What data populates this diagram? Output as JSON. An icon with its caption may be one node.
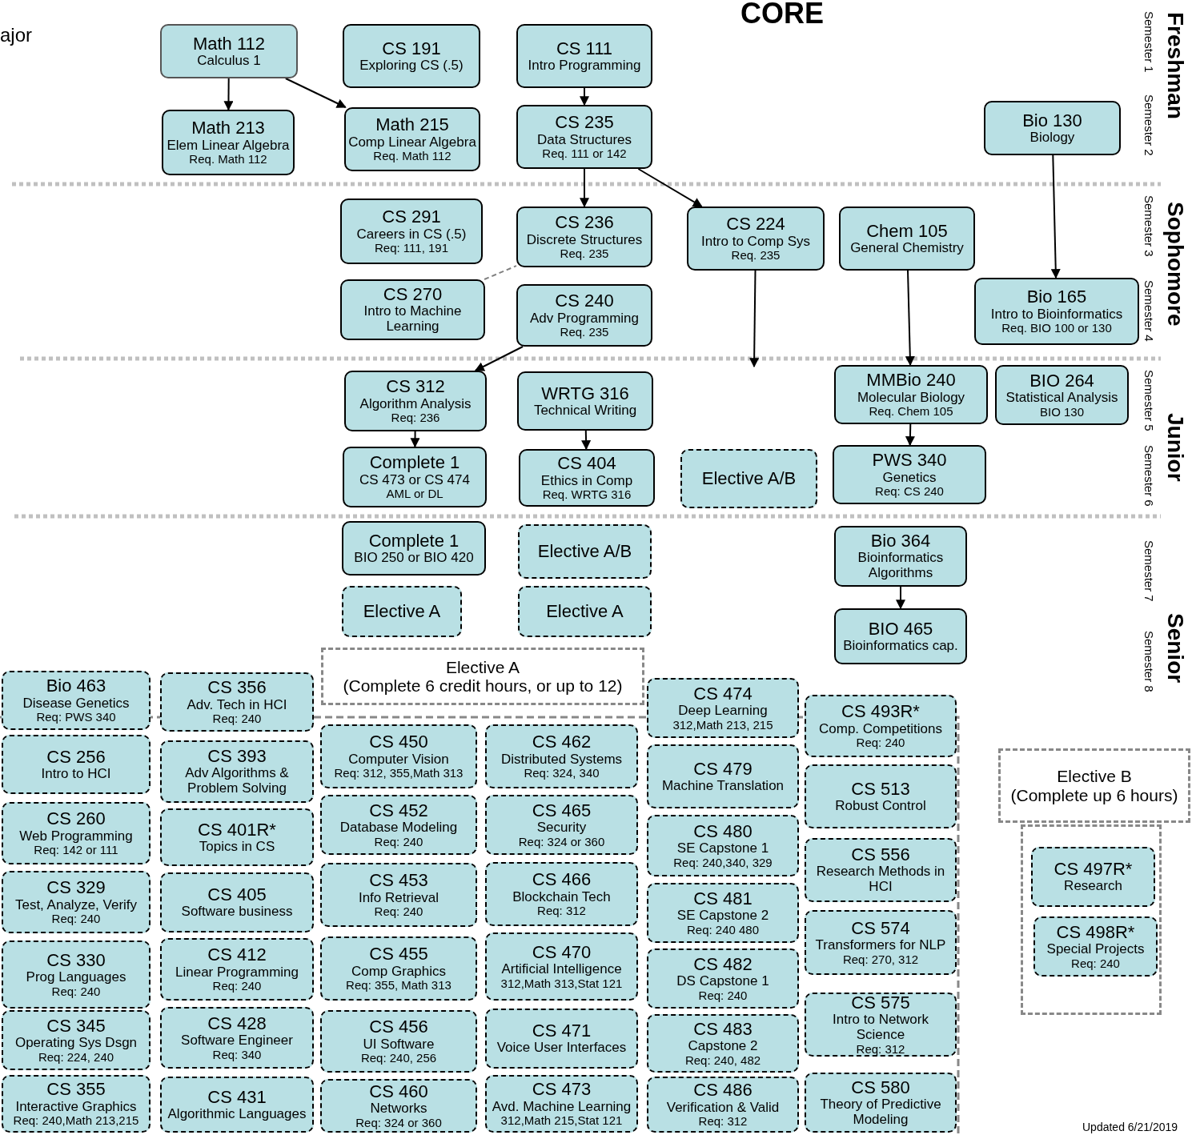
{
  "diagram": {
    "title": "CORE",
    "nodes": [
      {
        "text": [
          "Math 112",
          "Calculus 1"
        ]
      },
      {
        "text": [
          "CS 191",
          "Exploring CS (.5)"
        ]
      },
      {
        "text": [
          "CS 111",
          "Intro Programming"
        ]
      },
      {
        "text": [
          "Math 213",
          "Elem Linear Algebra",
          "Req. Math 112"
        ]
      },
      {
        "text": [
          "Math 215",
          "Comp Linear Algebra",
          "Req. Math 112"
        ]
      },
      {
        "text": [
          "CS 235",
          "Data Structures",
          "Req. 111 or 142"
        ]
      },
      {
        "text": [
          "Bio 130",
          "Biology"
        ]
      },
      {
        "text": [
          "CS 291",
          "Careers in CS (.5)",
          "Req: 111, 191"
        ]
      },
      {
        "text": [
          "CS 236",
          "Discrete Structures",
          "Req. 235"
        ]
      },
      {
        "text": [
          "CS 224",
          "Intro to Comp Sys",
          "Req. 235"
        ]
      },
      {
        "text": [
          "Chem 105",
          "General Chemistry"
        ]
      },
      {
        "text": [
          "CS 270",
          "Intro to Machine Learning"
        ]
      },
      {
        "text": [
          "CS 240",
          "Adv Programming",
          "Req. 235"
        ]
      },
      {
        "text": [
          "Bio 165",
          "Intro to Bioinformatics",
          "Req. BIO 100 or 130"
        ]
      },
      {
        "text": [
          "CS 312",
          "Algorithm Analysis",
          "Req: 236"
        ]
      },
      {
        "text": [
          "WRTG 316",
          "Technical Writing"
        ]
      },
      {
        "text": [
          "MMBio 240",
          "Molecular Biology",
          "Req. Chem 105"
        ]
      },
      {
        "text": [
          "BIO 264",
          "Statistical Analysis",
          "BIO 130"
        ]
      },
      {
        "text": [
          "Complete 1",
          "CS 473 or CS 474",
          "AML or DL"
        ]
      },
      {
        "text": [
          "CS 404",
          "Ethics in Comp",
          "Req. WRTG 316"
        ]
      },
      {
        "text": [
          "Elective A/B"
        ]
      },
      {
        "text": [
          "PWS 340",
          "Genetics",
          "Req: CS 240"
        ]
      },
      {
        "text": [
          "Complete 1",
          "BIO 250 or BIO 420"
        ]
      },
      {
        "text": [
          "Elective A/B"
        ]
      },
      {
        "text": [
          "Bio 364",
          "Bioinformatics Algorithms"
        ]
      },
      {
        "text": [
          "Elective A"
        ]
      },
      {
        "text": [
          "Elective A"
        ]
      },
      {
        "text": [
          "BIO 465",
          "Bioinformatics cap."
        ]
      },
      {
        "text": [
          "Elective A",
          "(Complete 6 credit hours, or up to 12)"
        ]
      },
      {
        "text": [
          "Bio 463",
          "Disease Genetics",
          "Req: PWS 340"
        ]
      },
      {
        "text": [
          "CS 256",
          "Intro to HCI"
        ]
      },
      {
        "text": [
          "CS 260",
          "Web Programming",
          "Req: 142 or 111"
        ]
      },
      {
        "text": [
          "CS 329",
          "Test, Analyze, Verify",
          "Req: 240"
        ]
      },
      {
        "text": [
          "CS 330",
          "Prog Languages",
          "Req: 240"
        ]
      },
      {
        "text": [
          "CS 345",
          "Operating Sys Dsgn",
          "Req: 224, 240"
        ]
      },
      {
        "text": [
          "CS 355",
          "Interactive Graphics",
          "Req: 240,Math 213,215"
        ]
      },
      {
        "text": [
          "CS 356",
          "Adv. Tech in HCI",
          "Req: 240"
        ]
      },
      {
        "text": [
          "CS 393",
          "Adv Algorithms & Problem Solving"
        ]
      },
      {
        "text": [
          "CS 401R*",
          "Topics in CS"
        ]
      },
      {
        "text": [
          "CS 405",
          "Software business"
        ]
      },
      {
        "text": [
          "CS 412",
          "Linear Programming",
          "Req: 240"
        ]
      },
      {
        "text": [
          "CS 428",
          "Software Engineer",
          "Req: 340"
        ]
      },
      {
        "text": [
          "CS 431",
          "Algorithmic Languages"
        ]
      },
      {
        "text": [
          "CS 450",
          "Computer Vision",
          "Req: 312, 355,Math 313"
        ]
      },
      {
        "text": [
          "CS 452",
          "Database Modeling",
          "Req: 240"
        ]
      },
      {
        "text": [
          "CS 453",
          "Info Retrieval",
          "Req: 240"
        ]
      },
      {
        "text": [
          "CS 455",
          "Comp Graphics",
          "Req: 355, Math 313"
        ]
      },
      {
        "text": [
          "CS 456",
          "UI Software",
          "Req: 240, 256"
        ]
      },
      {
        "text": [
          "CS 460",
          "Networks",
          "Req: 324 or 360"
        ]
      },
      {
        "text": [
          "CS 462",
          "Distributed Systems",
          "Req: 324, 340"
        ]
      },
      {
        "text": [
          "CS 465",
          "Security",
          "Req: 324 or 360"
        ]
      },
      {
        "text": [
          "CS 466",
          "Blockchain Tech",
          "Req: 312"
        ]
      },
      {
        "text": [
          "CS 470",
          "Artificial Intelligence",
          "312,Math 313,Stat 121"
        ]
      },
      {
        "text": [
          "CS 471",
          "Voice User Interfaces"
        ]
      },
      {
        "text": [
          "CS 473",
          "Avd. Machine Learning",
          "312,Math 215,Stat 121"
        ]
      },
      {
        "text": [
          "CS 474",
          "Deep Learning",
          "312,Math 213, 215"
        ]
      },
      {
        "text": [
          "CS 479",
          "Machine Translation"
        ]
      },
      {
        "text": [
          "CS 480",
          "SE Capstone 1",
          "Req: 240,340, 329"
        ]
      },
      {
        "text": [
          "CS 481",
          "SE Capstone 2",
          "Req: 240 480"
        ]
      },
      {
        "text": [
          "CS 482",
          "DS Capstone 1",
          "Req: 240"
        ]
      },
      {
        "text": [
          "CS 483",
          "Capstone 2",
          "Req: 240, 482"
        ]
      },
      {
        "text": [
          "CS 486",
          "Verification & Valid",
          "Req: 312"
        ]
      },
      {
        "text": [
          "CS 493R*",
          "Comp. Competitions",
          "Req: 240"
        ]
      },
      {
        "text": [
          "CS 513",
          "Robust Control"
        ]
      },
      {
        "text": [
          "CS 556",
          "Research Methods in HCI"
        ]
      },
      {
        "text": [
          "CS 574",
          "Transformers for NLP",
          "Req: 270, 312"
        ]
      },
      {
        "text": [
          "CS 575",
          "Intro to Network Science",
          "Req: 312"
        ]
      },
      {
        "text": [
          "CS 580",
          "Theory of Predictive Modeling"
        ]
      },
      {
        "text": [
          "Elective B",
          "(Complete up 6 hours)"
        ]
      },
      {
        "text": [],
        "shape": "box"
      },
      {
        "text": [
          "CS 497R*",
          "Research"
        ],
        "in": 69
      },
      {
        "text": [
          "CS 498R*",
          "Special Projects",
          "Req: 240"
        ],
        "in": 69
      }
    ],
    "edges": [
      {
        "from": 0,
        "to": 3,
        "arrow": "to"
      },
      {
        "from": 0,
        "to": 4,
        "arrow": "to"
      },
      {
        "from": 2,
        "to": 5,
        "arrow": "to"
      },
      {
        "from": 5,
        "to": 8,
        "arrow": "to"
      },
      {
        "from": 5,
        "to": 9,
        "arrow": "to"
      },
      {
        "from": 6,
        "to": 13,
        "arrow": "to"
      },
      {
        "from": 11,
        "to": 8,
        "arrow": "none",
        "style": "dashed",
        "color": "#808080"
      },
      {
        "from": 9,
        "to": null,
        "arrow": "to"
      },
      {
        "from": 10,
        "to": 16,
        "arrow": "to"
      },
      {
        "from": 12,
        "to": 14,
        "arrow": "to"
      },
      {
        "from": 14,
        "to": 18,
        "arrow": "to"
      },
      {
        "from": 15,
        "to": 19,
        "arrow": "to"
      },
      {
        "from": 16,
        "to": 21,
        "arrow": "to"
      },
      {
        "from": 24,
        "to": 27,
        "arrow": "to"
      }
    ],
    "labels": [
      "ajor",
      "Freshman",
      "Semester 1",
      "Semester 2",
      "Sophomore",
      "Semester 3",
      "Semester 4",
      "Junior",
      "Semester 5",
      "Semester 6",
      "Senior",
      "Semester 7",
      "Semester 8",
      "Updated 6/21/2019"
    ]
  }
}
